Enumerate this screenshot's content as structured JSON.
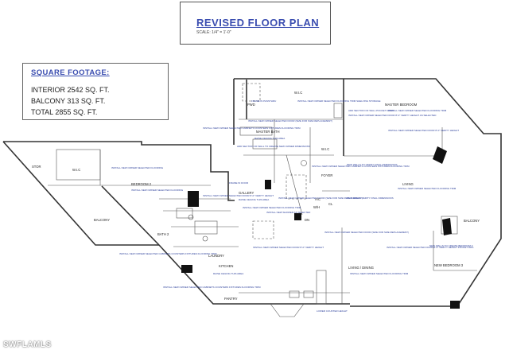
{
  "title": {
    "main": "REVISED FLOOR PLAN",
    "scale": "SCALE: 1/4\" = 1'-0\""
  },
  "square_footage": {
    "heading": "SQUARE FOOTAGE:",
    "interior": "INTERIOR 2542 SQ. FT.",
    "balcony": "BALCONY 313 SQ. FT.",
    "total": "TOTAL 2855 SQ. FT."
  },
  "rooms": {
    "stor": "STOR",
    "wic_left": "W.I.C",
    "bedroom2": "BEDROOM 2",
    "balcony_left": "BALCONY",
    "bath2": "BATH 2",
    "laundry": "LAUNDRY",
    "gallery": "GALLERY",
    "kitchen": "KITCHEN",
    "wic_master": "W.I.C",
    "master_bath": "MASTER BATH",
    "wic_small": "W.I.C",
    "foyer": "FOYER",
    "master_bedroom": "MASTER BEDROOM",
    "living": "LIVING",
    "balcony_right": "BALCONY",
    "living_dining": "LIVING / DINING",
    "new_bedroom3": "NEW BEDROOM 3",
    "pantry": "PANTRY",
    "ac": "A/C",
    "wh": "W/H",
    "dn": "DN",
    "cl": "CL",
    "pwd": "PWD"
  },
  "notes": {
    "n1": "INSTALL NEW OWNER SELECTED FLOORING",
    "n2": "INSTALL NEW OWNER SELECTED DOOR (SIZE FOR SIZE REPLACEMENT)",
    "n3": "INSTALL NEW OWNER SELECTED CABINETS COUNTERS FIXTURES FLOORING TRIM",
    "n4": "RAISE CEILING THIS AREA",
    "n5": "INSTALL NEW OWNER SELECTED DOOR 8'-0\" VERITY HEIGHT",
    "n6": "INSTALL NEW OWNER SELECTED CABINETS COUNTERS FIXTURES FLOORING TRIM",
    "n7": "ADD SECTION OF WALL TO CREATE NEW OWNER DIMENSIONS",
    "n8": "INSTALL NEW OWNER SELECTED FLOORING TRIM SHELVING STORAGE",
    "n9": "ADD SECTION OF WALL POCKET DOOR",
    "n10": "INSTALL NEW OWNER SELECTED DOOR 8'-0\" VERITY HEIGHT AS SELECTED",
    "n11": "INSTALL NEW OWNER SELECTED FLOORING TRIM",
    "n12": "INSTALL NEW OWNER SELECTED DOOR 8'-0\" VERITY HEIGHT",
    "n13": "INSTALL NEW OWNER SELECTED FLOORING TRIM",
    "n14": "INSTALL NEW OWNER SELECTED DOOR 8'-0\" VERITY HEIGHT POCKET DRS",
    "n15": "NEW WALLS TO CREATE BEDROOM 3",
    "n16": "INSTALL NEW OWNER SELECTED DOOR 8'-0\" VERITY HEIGHT",
    "n17": "INSTALL NEW OWNER SELECTED DOOR (SIZE FOR SIZE REPLACEMENT)",
    "n18": "NEW WALLS VERITY FINAL DIMENSIONS",
    "n19": "INSTALL NEW OWNER SELECTED CABINETS COUNTERS FIXTURES FLOORING TRIM",
    "n20": "RAISE CEILING THIS AREA",
    "n21": "INSTALL NEW OWNER SELECTED FLOORING TRIM",
    "n22": "LOWER COUNTER HEIGHT",
    "n23": "INSTALL NEW SHOWER AS SELECTED",
    "n24": "INSTALL NEW OWNER SELECTED CABINETS COUNTERS FIXTURES FLOORING TRIM",
    "n25": "FRAME IN PASSTHRU",
    "n26": "FRAME IN DOOR",
    "n27": "NEW WALLS TO VERITY FINAL DIMENSIONS"
  },
  "watermark": "SWFLAMLS"
}
